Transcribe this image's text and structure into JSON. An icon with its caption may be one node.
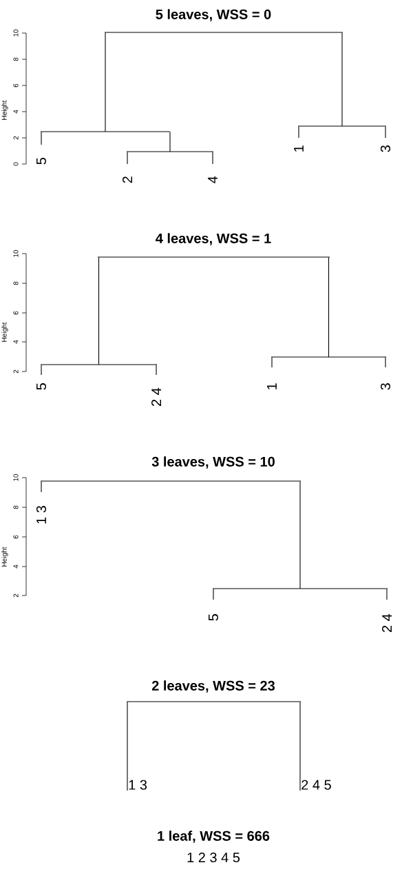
{
  "diagram": {
    "nodes": [
      {
        "text": [],
        "shape": "bar"
      },
      {
        "text": [],
        "shape": "bar"
      },
      {
        "text": [],
        "shape": "bar"
      },
      {
        "text": [],
        "shape": "bar"
      },
      {
        "text": [
          "5"
        ]
      },
      {
        "text": [
          "2"
        ]
      },
      {
        "text": [
          "4"
        ]
      },
      {
        "text": [
          "1"
        ]
      },
      {
        "text": [
          "3"
        ]
      },
      {
        "text": [],
        "shape": "bar"
      },
      {
        "text": [],
        "shape": "bar"
      },
      {
        "text": [],
        "shape": "bar"
      },
      {
        "text": [
          "5"
        ]
      },
      {
        "text": [
          "2 4"
        ]
      },
      {
        "text": [
          "1"
        ]
      },
      {
        "text": [
          "3"
        ]
      },
      {
        "text": [],
        "shape": "bar"
      },
      {
        "text": [
          "1 3"
        ]
      },
      {
        "text": [],
        "shape": "bar"
      },
      {
        "text": [
          "5"
        ]
      },
      {
        "text": [
          "2 4"
        ]
      },
      {
        "text": [],
        "shape": "bar"
      },
      {
        "text": [
          "1 3"
        ]
      },
      {
        "text": [
          "2 4 5"
        ]
      }
    ],
    "edges": [
      {
        "from": 0,
        "to": 1,
        "arrow": "none"
      },
      {
        "from": 0,
        "to": 2,
        "arrow": "none"
      },
      {
        "from": 1,
        "to": 4,
        "arrow": "none"
      },
      {
        "from": 1,
        "to": 3,
        "arrow": "none"
      },
      {
        "from": 3,
        "to": 5,
        "arrow": "none"
      },
      {
        "from": 3,
        "to": 6,
        "arrow": "none"
      },
      {
        "from": 2,
        "to": 7,
        "arrow": "none"
      },
      {
        "from": 2,
        "to": 8,
        "arrow": "none"
      },
      {
        "from": 9,
        "to": 11,
        "arrow": "none"
      },
      {
        "from": 9,
        "to": 10,
        "arrow": "none"
      },
      {
        "from": 11,
        "to": 12,
        "arrow": "none"
      },
      {
        "from": 11,
        "to": 13,
        "arrow": "none"
      },
      {
        "from": 10,
        "to": 14,
        "arrow": "none"
      },
      {
        "from": 10,
        "to": 15,
        "arrow": "none"
      },
      {
        "from": 16,
        "to": 17,
        "arrow": "none"
      },
      {
        "from": 16,
        "to": 18,
        "arrow": "none"
      },
      {
        "from": 18,
        "to": 19,
        "arrow": "none"
      },
      {
        "from": 18,
        "to": 20,
        "arrow": "none"
      },
      {
        "from": 21,
        "to": 22,
        "arrow": "none"
      },
      {
        "from": 21,
        "to": 23,
        "arrow": "none"
      }
    ],
    "labels": [
      "5 leaves, WSS = 0",
      "10",
      "8",
      "6",
      "4",
      "2",
      "0",
      "Height",
      "4 leaves, WSS = 1",
      "10",
      "8",
      "6",
      "4",
      "2",
      "Height",
      "3 leaves, WSS = 10",
      "10",
      "8",
      "6",
      "4",
      "2",
      "Height",
      "2 leaves, WSS = 23",
      "1 leaf, WSS = 666",
      "1 2 3 4 5"
    ]
  }
}
